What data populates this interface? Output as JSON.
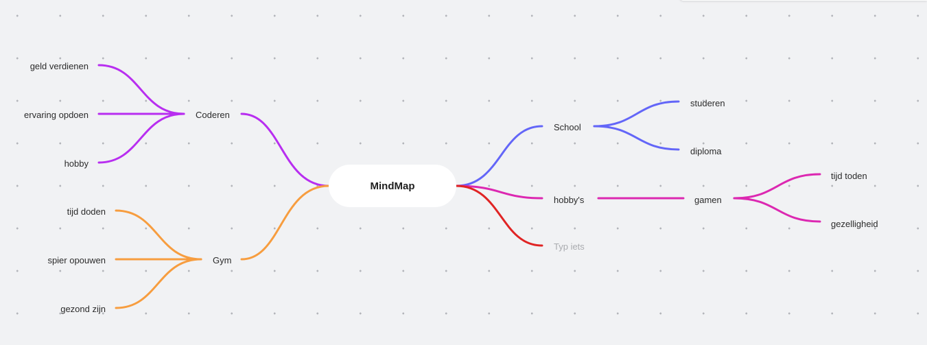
{
  "root": {
    "label": "MindMap"
  },
  "colors": {
    "coderen": "#b82ef0",
    "gym": "#f79d3f",
    "school": "#6366f8",
    "hobbys": "#dc28b1",
    "typ": "#e02424"
  },
  "branches": {
    "coderen": {
      "label": "Coderen",
      "children": [
        "geld verdienen",
        "ervaring opdoen",
        "hobby"
      ]
    },
    "gym": {
      "label": "Gym",
      "children": [
        "tijd doden",
        "spier opouwen",
        "gezond zijn"
      ]
    },
    "school": {
      "label": "School",
      "children": [
        "studeren",
        "diploma"
      ]
    },
    "hobbys": {
      "label": "hobby's",
      "child": {
        "label": "gamen",
        "children": [
          "tijd toden",
          "gezelligheid"
        ]
      }
    },
    "typ": {
      "placeholder": "Typ iets"
    }
  }
}
